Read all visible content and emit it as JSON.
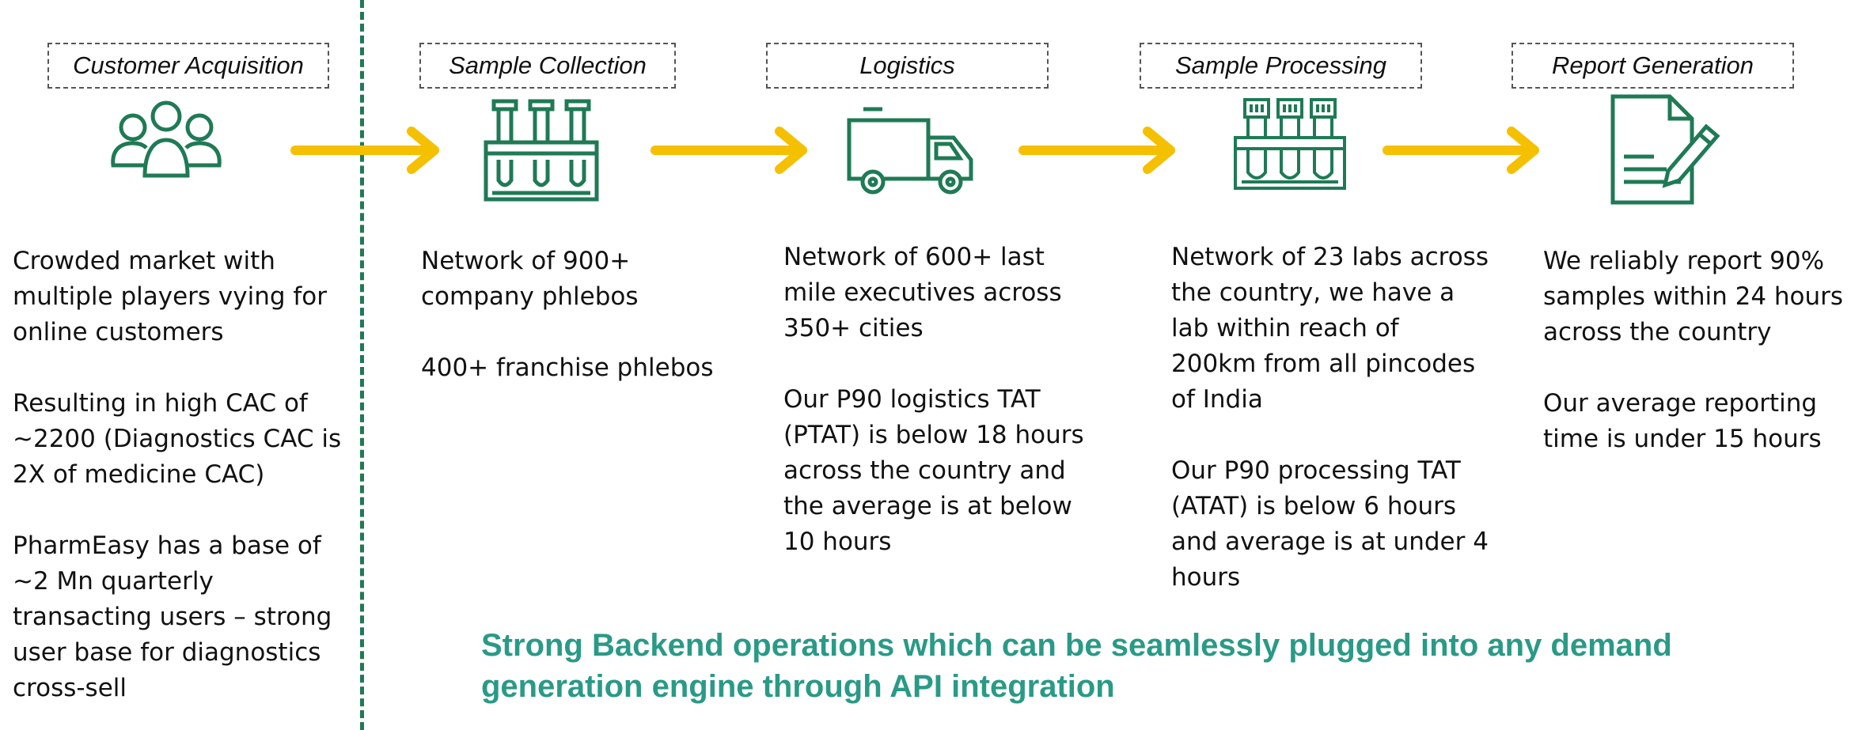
{
  "stages": [
    {
      "label": "Customer Acquisition",
      "icon": "users-icon",
      "paragraphs": [
        "Crowded market with\nmultiple players vying for\nonline customers",
        "Resulting in high CAC of\n~2200 (Diagnostics CAC is\n2X of medicine CAC)",
        "PharmEasy has a base of\n~2 Mn quarterly\ntransacting users – strong\nuser base for diagnostics\ncross-sell"
      ]
    },
    {
      "label": "Sample Collection",
      "icon": "test-tube-rack-icon",
      "paragraphs": [
        "Network of 900+\ncompany phlebos",
        "400+ franchise phlebos"
      ]
    },
    {
      "label": "Logistics",
      "icon": "delivery-truck-icon",
      "paragraphs": [
        "Network of 600+ last\nmile executives across\n350+ cities",
        "Our P90 logistics TAT\n(PTAT) is below 18 hours\nacross the country and\nthe average is at below\n10 hours"
      ]
    },
    {
      "label": "Sample Processing",
      "icon": "lab-samples-icon",
      "paragraphs": [
        "Network of 23 labs across\nthe country, we have a\nlab within reach of\n200km from all pincodes\nof India",
        "Our P90 processing TAT\n(ATAT) is below 6 hours\nand average is at under 4\nhours"
      ]
    },
    {
      "label": "Report Generation",
      "icon": "report-document-icon",
      "paragraphs": [
        "We reliably report 90%\nsamples within 24 hours\nacross the country",
        "Our average reporting\ntime is under 15 hours"
      ]
    }
  ],
  "footer": "Strong Backend operations which can be seamlessly plugged into any demand generation engine through API integration",
  "colors": {
    "accent_green": "#1f7a55",
    "arrow_yellow": "#f5c000",
    "footer_teal": "#2a9a86"
  }
}
